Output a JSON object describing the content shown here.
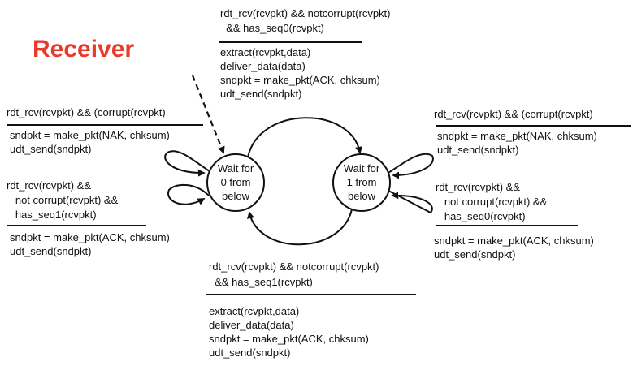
{
  "title": {
    "text": "Receiver",
    "color": "#e8392b"
  },
  "states": {
    "s0": [
      "Wait for",
      "0 from",
      "below"
    ],
    "s1": [
      "Wait for",
      "1 from",
      "below"
    ]
  },
  "transitions": {
    "top": {
      "event": [
        "rdt_rcv(rcvpkt) && notcorrupt(rcvpkt)",
        "  && has_seq0(rcvpkt)"
      ],
      "actions": [
        "extract(rcvpkt,data)",
        "deliver_data(data)",
        "sndpkt = make_pkt(ACK, chksum)",
        "udt_send(sndpkt)"
      ]
    },
    "bottom": {
      "event": [
        "rdt_rcv(rcvpkt) && notcorrupt(rcvpkt)",
        "  && has_seq1(rcvpkt)"
      ],
      "actions": [
        "extract(rcvpkt,data)",
        "deliver_data(data)",
        "sndpkt = make_pkt(ACK, chksum)",
        "udt_send(sndpkt)"
      ]
    },
    "left_corrupt": {
      "event": [
        "rdt_rcv(rcvpkt) && (corrupt(rcvpkt)"
      ],
      "actions": [
        "sndpkt = make_pkt(NAK, chksum)",
        "udt_send(sndpkt)"
      ]
    },
    "left_seq1": {
      "event": [
        "rdt_rcv(rcvpkt) &&",
        "   not corrupt(rcvpkt) &&",
        "   has_seq1(rcvpkt)"
      ],
      "actions": [
        "sndpkt = make_pkt(ACK, chksum)",
        "udt_send(sndpkt)"
      ]
    },
    "right_corrupt": {
      "event": [
        "rdt_rcv(rcvpkt) && (corrupt(rcvpkt)"
      ],
      "actions": [
        "sndpkt = make_pkt(NAK, chksum)",
        "udt_send(sndpkt)"
      ]
    },
    "right_seq0": {
      "event": [
        "rdt_rcv(rcvpkt) &&",
        "   not corrupt(rcvpkt) &&",
        "   has_seq0(rcvpkt)"
      ],
      "actions": [
        "sndpkt = make_pkt(ACK, chksum)",
        "udt_send(sndpkt)"
      ]
    }
  },
  "colors": {
    "ink": "#111111",
    "title": "#e8392b"
  }
}
